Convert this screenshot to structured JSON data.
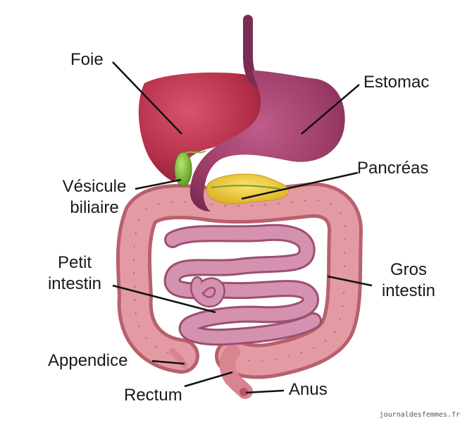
{
  "labels": {
    "liver": "Foie",
    "stomach": "Estomac",
    "pancreas": "Pancréas",
    "gallbladder_line1": "Vésicule",
    "gallbladder_line2": "biliaire",
    "small_intestine_line1": "Petit",
    "small_intestine_line2": "intestin",
    "large_intestine_line1": "Gros",
    "large_intestine_line2": "intestin",
    "appendix": "Appendice",
    "rectum": "Rectum",
    "anus": "Anus"
  },
  "credit": "journaldesfemmes.fr",
  "colors": {
    "liver": "#b52f4a",
    "stomach": "#9a3b66",
    "gallbladder": "#7fbf3a",
    "pancreas": "#e9c62c",
    "colon": "#d9848f",
    "small_intestine": "#c87598",
    "leader_line": "#111111"
  }
}
